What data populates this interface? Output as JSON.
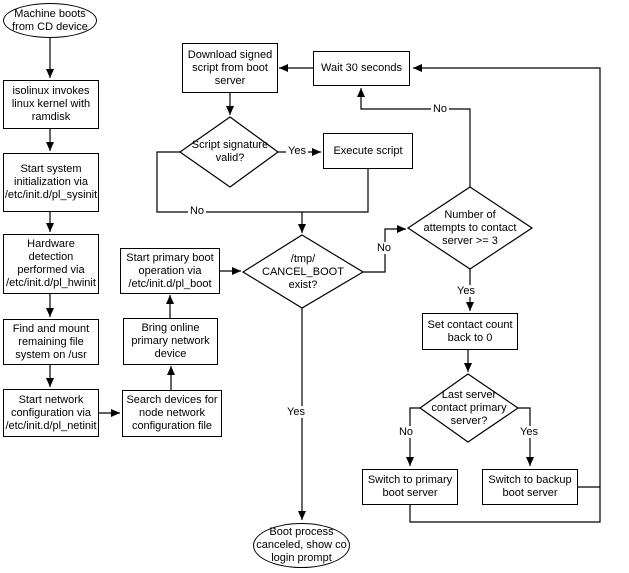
{
  "diagram": {
    "type": "flowchart",
    "colors": {
      "line": "#000000",
      "background": "#ffffff",
      "node_fill": "#ffffff",
      "text": "#000000"
    },
    "nodes": {
      "machine_boots": {
        "shape": "terminator",
        "label": "Machine boots\nfrom CD device"
      },
      "isolinux": {
        "shape": "process",
        "label": "isolinux invokes\nlinux kernel with\nramdisk"
      },
      "sysinit": {
        "shape": "process",
        "label": "Start system\ninitialization via\n/etc/init.d/pl_sysinit"
      },
      "hwinit": {
        "shape": "process",
        "label": "Hardware\ndetection\nperformed via\n/etc/init.d/pl_hwinit"
      },
      "mount_usr": {
        "shape": "process",
        "label": "Find and mount\nremaining file\nsystem on /usr"
      },
      "netinit": {
        "shape": "process",
        "label": "Start network\nconfiguration via\n/etc/init.d/pl_netinit"
      },
      "search_devices": {
        "shape": "process",
        "label": "Search devices for\nnode network\nconfiguration file"
      },
      "bring_online": {
        "shape": "process",
        "label": "Bring online\nprimary network\ndevice"
      },
      "pl_boot": {
        "shape": "process",
        "label": "Start primary boot\noperation via\n/etc/init.d/pl_boot"
      },
      "download_script": {
        "shape": "process",
        "label": "Download signed\nscript from boot\nserver"
      },
      "wait_30": {
        "shape": "process",
        "label": "Wait 30 seconds"
      },
      "sig_valid": {
        "shape": "decision",
        "label": "Script signature\nvalid?"
      },
      "execute_script": {
        "shape": "process",
        "label": "Execute script"
      },
      "cancel_boot": {
        "shape": "decision",
        "label": "/tmp/\nCANCEL_BOOT\nexist?"
      },
      "attempts": {
        "shape": "decision",
        "label": "Number of\nattempts to contact\nserver >= 3"
      },
      "reset_count": {
        "shape": "process",
        "label": "Set contact count\nback to 0"
      },
      "last_server": {
        "shape": "decision",
        "label": "Last server\ncontact primary\nserver?"
      },
      "switch_primary": {
        "shape": "process",
        "label": "Switch to primary\nboot server"
      },
      "switch_backup": {
        "shape": "process",
        "label": "Switch to backup\nboot server"
      },
      "boot_canceled": {
        "shape": "terminator",
        "label": "Boot process\ncanceled, show co\nlogin prompt"
      }
    },
    "edge_labels": {
      "sig_valid_yes": "Yes",
      "sig_valid_no": "No",
      "cancel_boot_no": "No",
      "cancel_boot_yes": "Yes",
      "attempts_no": "No",
      "attempts_yes": "Yes",
      "last_server_no": "No",
      "last_server_yes": "Yes"
    }
  }
}
